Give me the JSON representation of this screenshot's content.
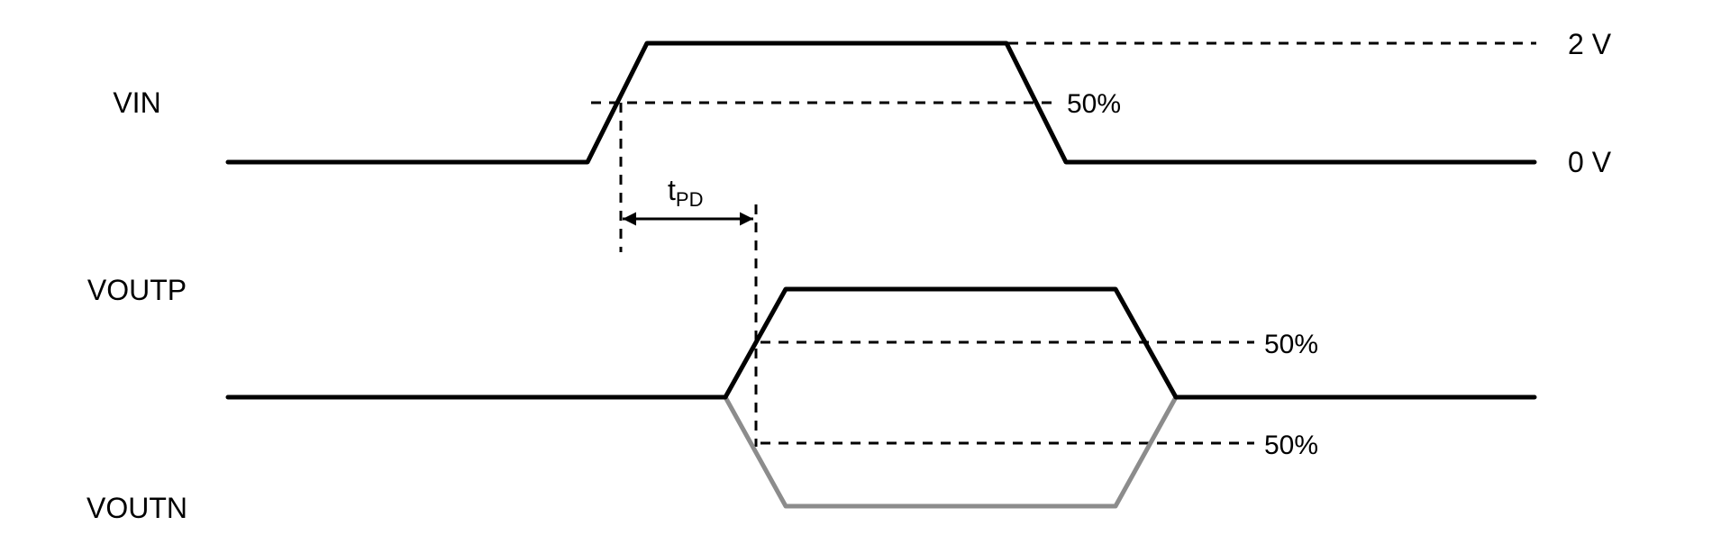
{
  "colors": {
    "signal": "#000000",
    "inverted_signal": "#8c8c8c",
    "guide": "#000000"
  },
  "labels": {
    "vin": "VIN",
    "voutp": "VOUTP",
    "voutn": "VOUTN",
    "vhigh": "2 V",
    "vlow": "0 V",
    "vin_threshold": "50%",
    "voutp_threshold": "50%",
    "voutn_threshold": "50%",
    "tpd_main": "t",
    "tpd_sub": "PD"
  }
}
